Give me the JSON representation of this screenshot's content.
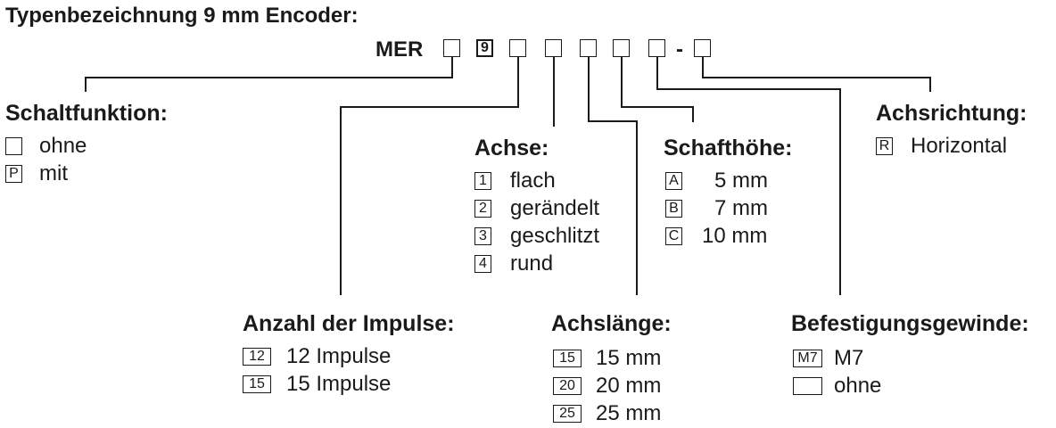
{
  "title": "Typenbezeichnung 9 mm Encoder:",
  "code": {
    "prefix": "MER",
    "fixed_digit": "9",
    "separator": "-"
  },
  "schaltfunktion": {
    "heading": "Schaltfunktion:",
    "options": [
      {
        "code": "",
        "label": "ohne"
      },
      {
        "code": "P",
        "label": "mit"
      }
    ]
  },
  "achse": {
    "heading": "Achse:",
    "options": [
      {
        "code": "1",
        "label": "flach"
      },
      {
        "code": "2",
        "label": "gerändelt"
      },
      {
        "code": "3",
        "label": "geschlitzt"
      },
      {
        "code": "4",
        "label": "rund"
      }
    ]
  },
  "schafthoehe": {
    "heading": "Schafthöhe:",
    "options": [
      {
        "code": "A",
        "label": "5 mm"
      },
      {
        "code": "B",
        "label": "7 mm"
      },
      {
        "code": "C",
        "label": "10 mm"
      }
    ]
  },
  "achsrichtung": {
    "heading": "Achsrichtung:",
    "options": [
      {
        "code": "R",
        "label": "Horizontal"
      }
    ]
  },
  "impulse": {
    "heading": "Anzahl der Impulse:",
    "options": [
      {
        "code": "12",
        "label": "12 Impulse"
      },
      {
        "code": "15",
        "label": "15 Impulse"
      }
    ]
  },
  "achslaenge": {
    "heading": "Achslänge:",
    "options": [
      {
        "code": "15",
        "label": "15 mm"
      },
      {
        "code": "20",
        "label": "20 mm"
      },
      {
        "code": "25",
        "label": "25 mm"
      }
    ]
  },
  "befestigung": {
    "heading": "Befestigungsgewinde:",
    "options": [
      {
        "code": "M7",
        "label": "M7"
      },
      {
        "code": "",
        "label": "ohne"
      }
    ]
  }
}
